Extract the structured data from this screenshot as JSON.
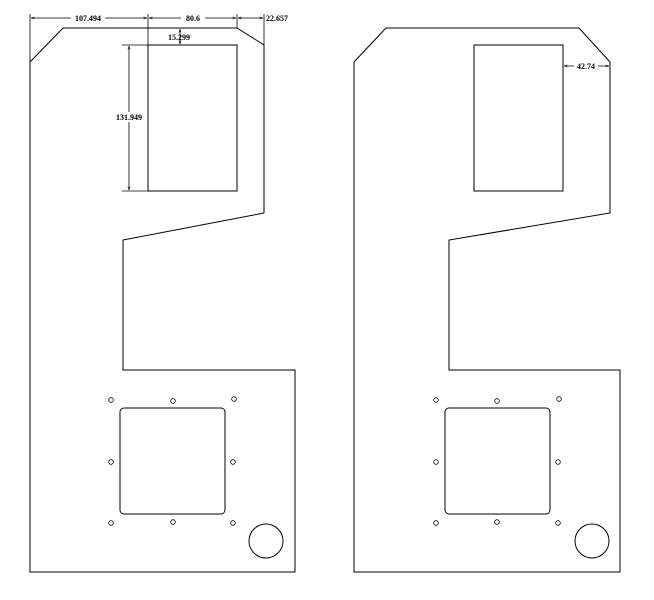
{
  "drawing": {
    "stroke_color": "#000000",
    "background_color": "#ffffff",
    "dimensions": {
      "overall_left": "107.494",
      "window_width": "80.6",
      "right_offset": "22.657",
      "window_top": "15.299",
      "window_height": "131.949",
      "right_panel_offset": "42.74"
    }
  }
}
